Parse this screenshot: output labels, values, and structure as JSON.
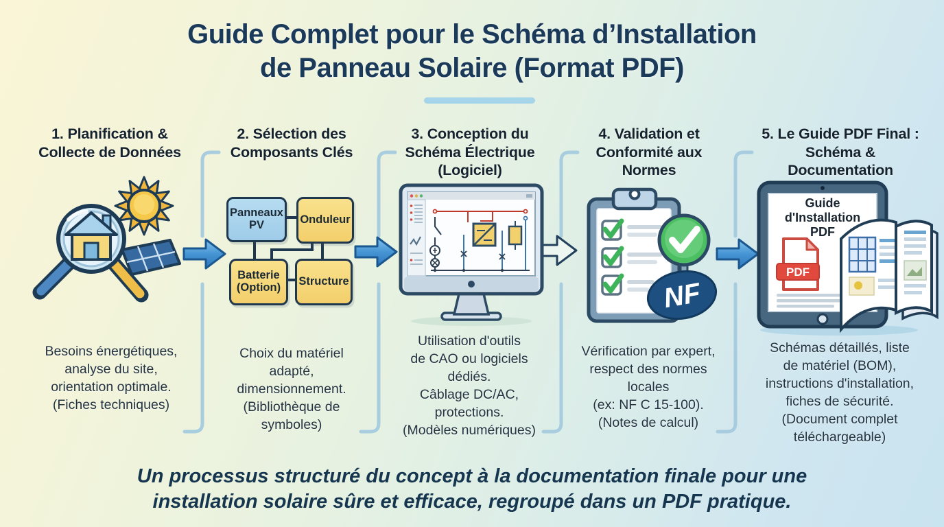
{
  "title": {
    "text": "Guide Complet pour le Schéma d’Installation\nde Panneau Solaire (Format PDF)"
  },
  "steps": [
    {
      "heading": "1. Planification &\nCollecte de Données",
      "description": "Besoins énergétiques,\nanalyse du site,\norientation optimale.\n(Fiches techniques)"
    },
    {
      "heading": "2. Sélection des\nComposants Clés",
      "description": "Choix du matériel\nadapté,\ndimensionnement.\n(Bibliothèque de\nsymboles)",
      "boxes": {
        "pv": "Panneaux\nPV",
        "inverter": "Onduleur",
        "battery": "Batterie\n(Option)",
        "structure": "Structure"
      }
    },
    {
      "heading": "3. Conception du\nSchéma Électrique\n(Logiciel)",
      "description": "Utilisation d'outils\nde CAO ou logiciels\ndédiés.\nCâblage DC/AC,\nprotections.\n(Modèles numériques)"
    },
    {
      "heading": "4. Validation et\nConformité aux\nNormes",
      "description": "Vérification par expert,\nrespect des normes\nlocales\n(ex: NF C 15-100).\n(Notes de calcul)",
      "badge": "NF"
    },
    {
      "heading": "5. Le Guide PDF Final :\nSchéma &\nDocumentation",
      "description": "Schémas détaillés, liste\nde matériel (BOM),\ninstructions d'installation,\nfiches de sécurité.\n(Document complet\ntéléchargeable)",
      "screen_title": "Guide\nd'Installation\nPDF",
      "pdf_label": "PDF"
    }
  ],
  "footer": "Un processus structuré du concept à la documentation finale pour une\ninstallation solaire sûre et efficace, regroupé dans un PDF pratique.",
  "colors": {
    "accent_blue": "#3c85c6",
    "bracket_blue": "#a4cade",
    "navy": "#1b3a5a",
    "box_yellow": "#f5d678",
    "box_blue": "#a9d3ec",
    "nf_blue": "#1d4f80",
    "pdf_red": "#e2493d",
    "check_green": "#4cbf63"
  }
}
